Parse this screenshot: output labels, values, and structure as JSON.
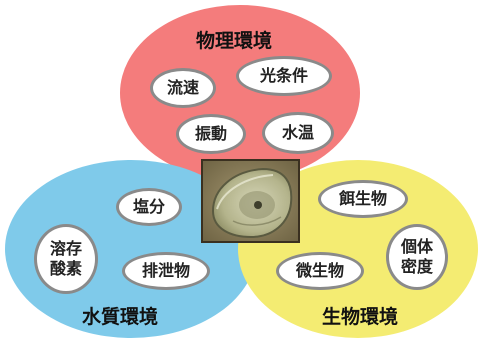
{
  "groups": {
    "physical": {
      "title": "物理環境",
      "color": "#f47c7c",
      "items": [
        "流速",
        "光条件",
        "振動",
        "水温"
      ]
    },
    "water": {
      "title": "水質環境",
      "color": "#7fcaea",
      "items": [
        "塩分",
        "溶存酸素",
        "排泄物"
      ]
    },
    "biological": {
      "title": "生物環境",
      "color": "#f4ec72",
      "items": [
        "餌生物",
        "個体密度",
        "微生物"
      ]
    }
  }
}
